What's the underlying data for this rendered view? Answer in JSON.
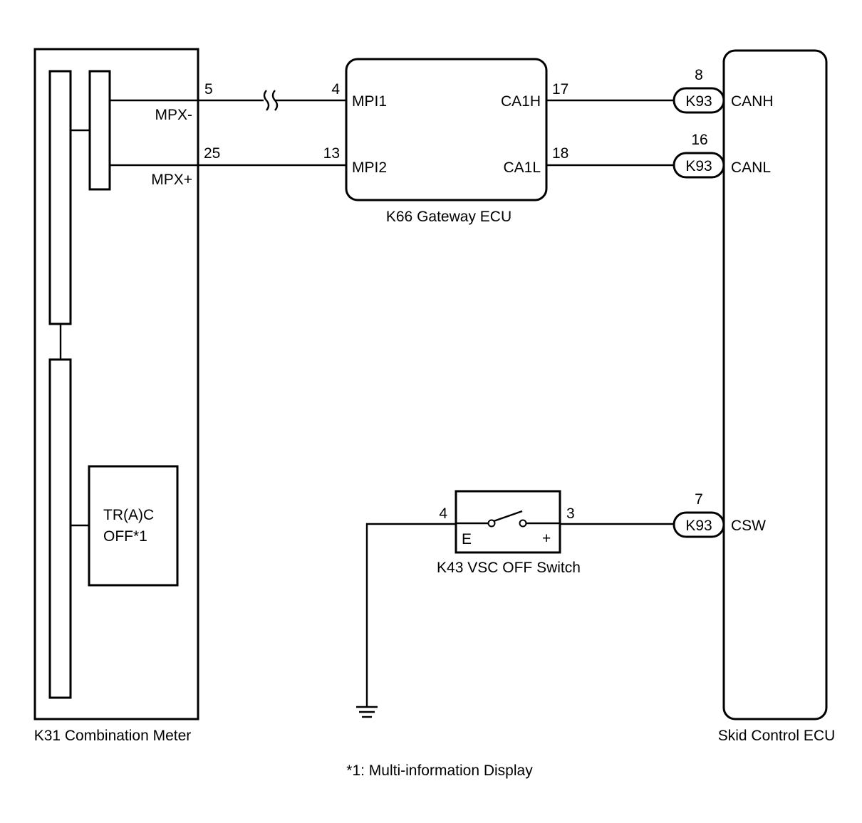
{
  "components": {
    "combination_meter": {
      "caption": "K31  Combination Meter",
      "pins": {
        "mpx_minus": {
          "num": "5",
          "name": "MPX-"
        },
        "mpx_plus": {
          "num": "25",
          "name": "MPX+"
        }
      },
      "display_label_line1": "TR(A)C",
      "display_label_line2": "OFF*1"
    },
    "gateway_ecu": {
      "caption": "K66  Gateway ECU",
      "pins": {
        "mpi1": {
          "num": "4",
          "name": "MPI1"
        },
        "mpi2": {
          "num": "13",
          "name": "MPI2"
        },
        "ca1h": {
          "num": "17",
          "name": "CA1H"
        },
        "ca1l": {
          "num": "18",
          "name": "CA1L"
        }
      }
    },
    "skid_control_ecu": {
      "caption": "Skid Control ECU",
      "pins": {
        "canh": {
          "num": "8",
          "name": "CANH",
          "connector": "K93"
        },
        "canl": {
          "num": "16",
          "name": "CANL",
          "connector": "K93"
        },
        "csw": {
          "num": "7",
          "name": "CSW",
          "connector": "K93"
        }
      }
    },
    "vsc_off_switch": {
      "caption": "K43  VSC OFF Switch",
      "pins": {
        "e": {
          "num": "4",
          "name": "E"
        },
        "plus": {
          "num": "3",
          "name": "+"
        }
      }
    }
  },
  "footnote": "*1: Multi-information Display"
}
